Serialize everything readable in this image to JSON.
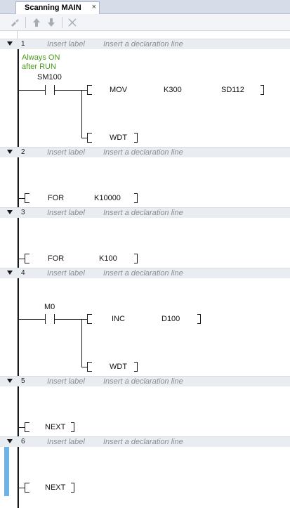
{
  "tab": {
    "title": "Scanning MAIN",
    "close": "×"
  },
  "toolbar": {
    "icons": [
      "brush-icon",
      "arrow-up-icon",
      "arrow-down-icon",
      "delete-icon"
    ]
  },
  "common": {
    "insert_label": "Insert label",
    "insert_decl": "Insert a declaration line"
  },
  "networks": [
    {
      "num": "1",
      "comment_line1": "Always ON",
      "comment_line2": "after RUN",
      "contact": "SM100",
      "instr1": {
        "op": "MOV",
        "a1": "K300",
        "a2": "SD112"
      },
      "instr2": {
        "op": "WDT"
      }
    },
    {
      "num": "2",
      "instr": {
        "op": "FOR",
        "a1": "K10000"
      }
    },
    {
      "num": "3",
      "instr": {
        "op": "FOR",
        "a1": "K100"
      }
    },
    {
      "num": "4",
      "contact": "M0",
      "instr1": {
        "op": "INC",
        "a1": "D100"
      },
      "instr2": {
        "op": "WDT"
      }
    },
    {
      "num": "5",
      "instr": {
        "op": "NEXT"
      }
    },
    {
      "num": "6",
      "instr": {
        "op": "NEXT"
      }
    }
  ]
}
